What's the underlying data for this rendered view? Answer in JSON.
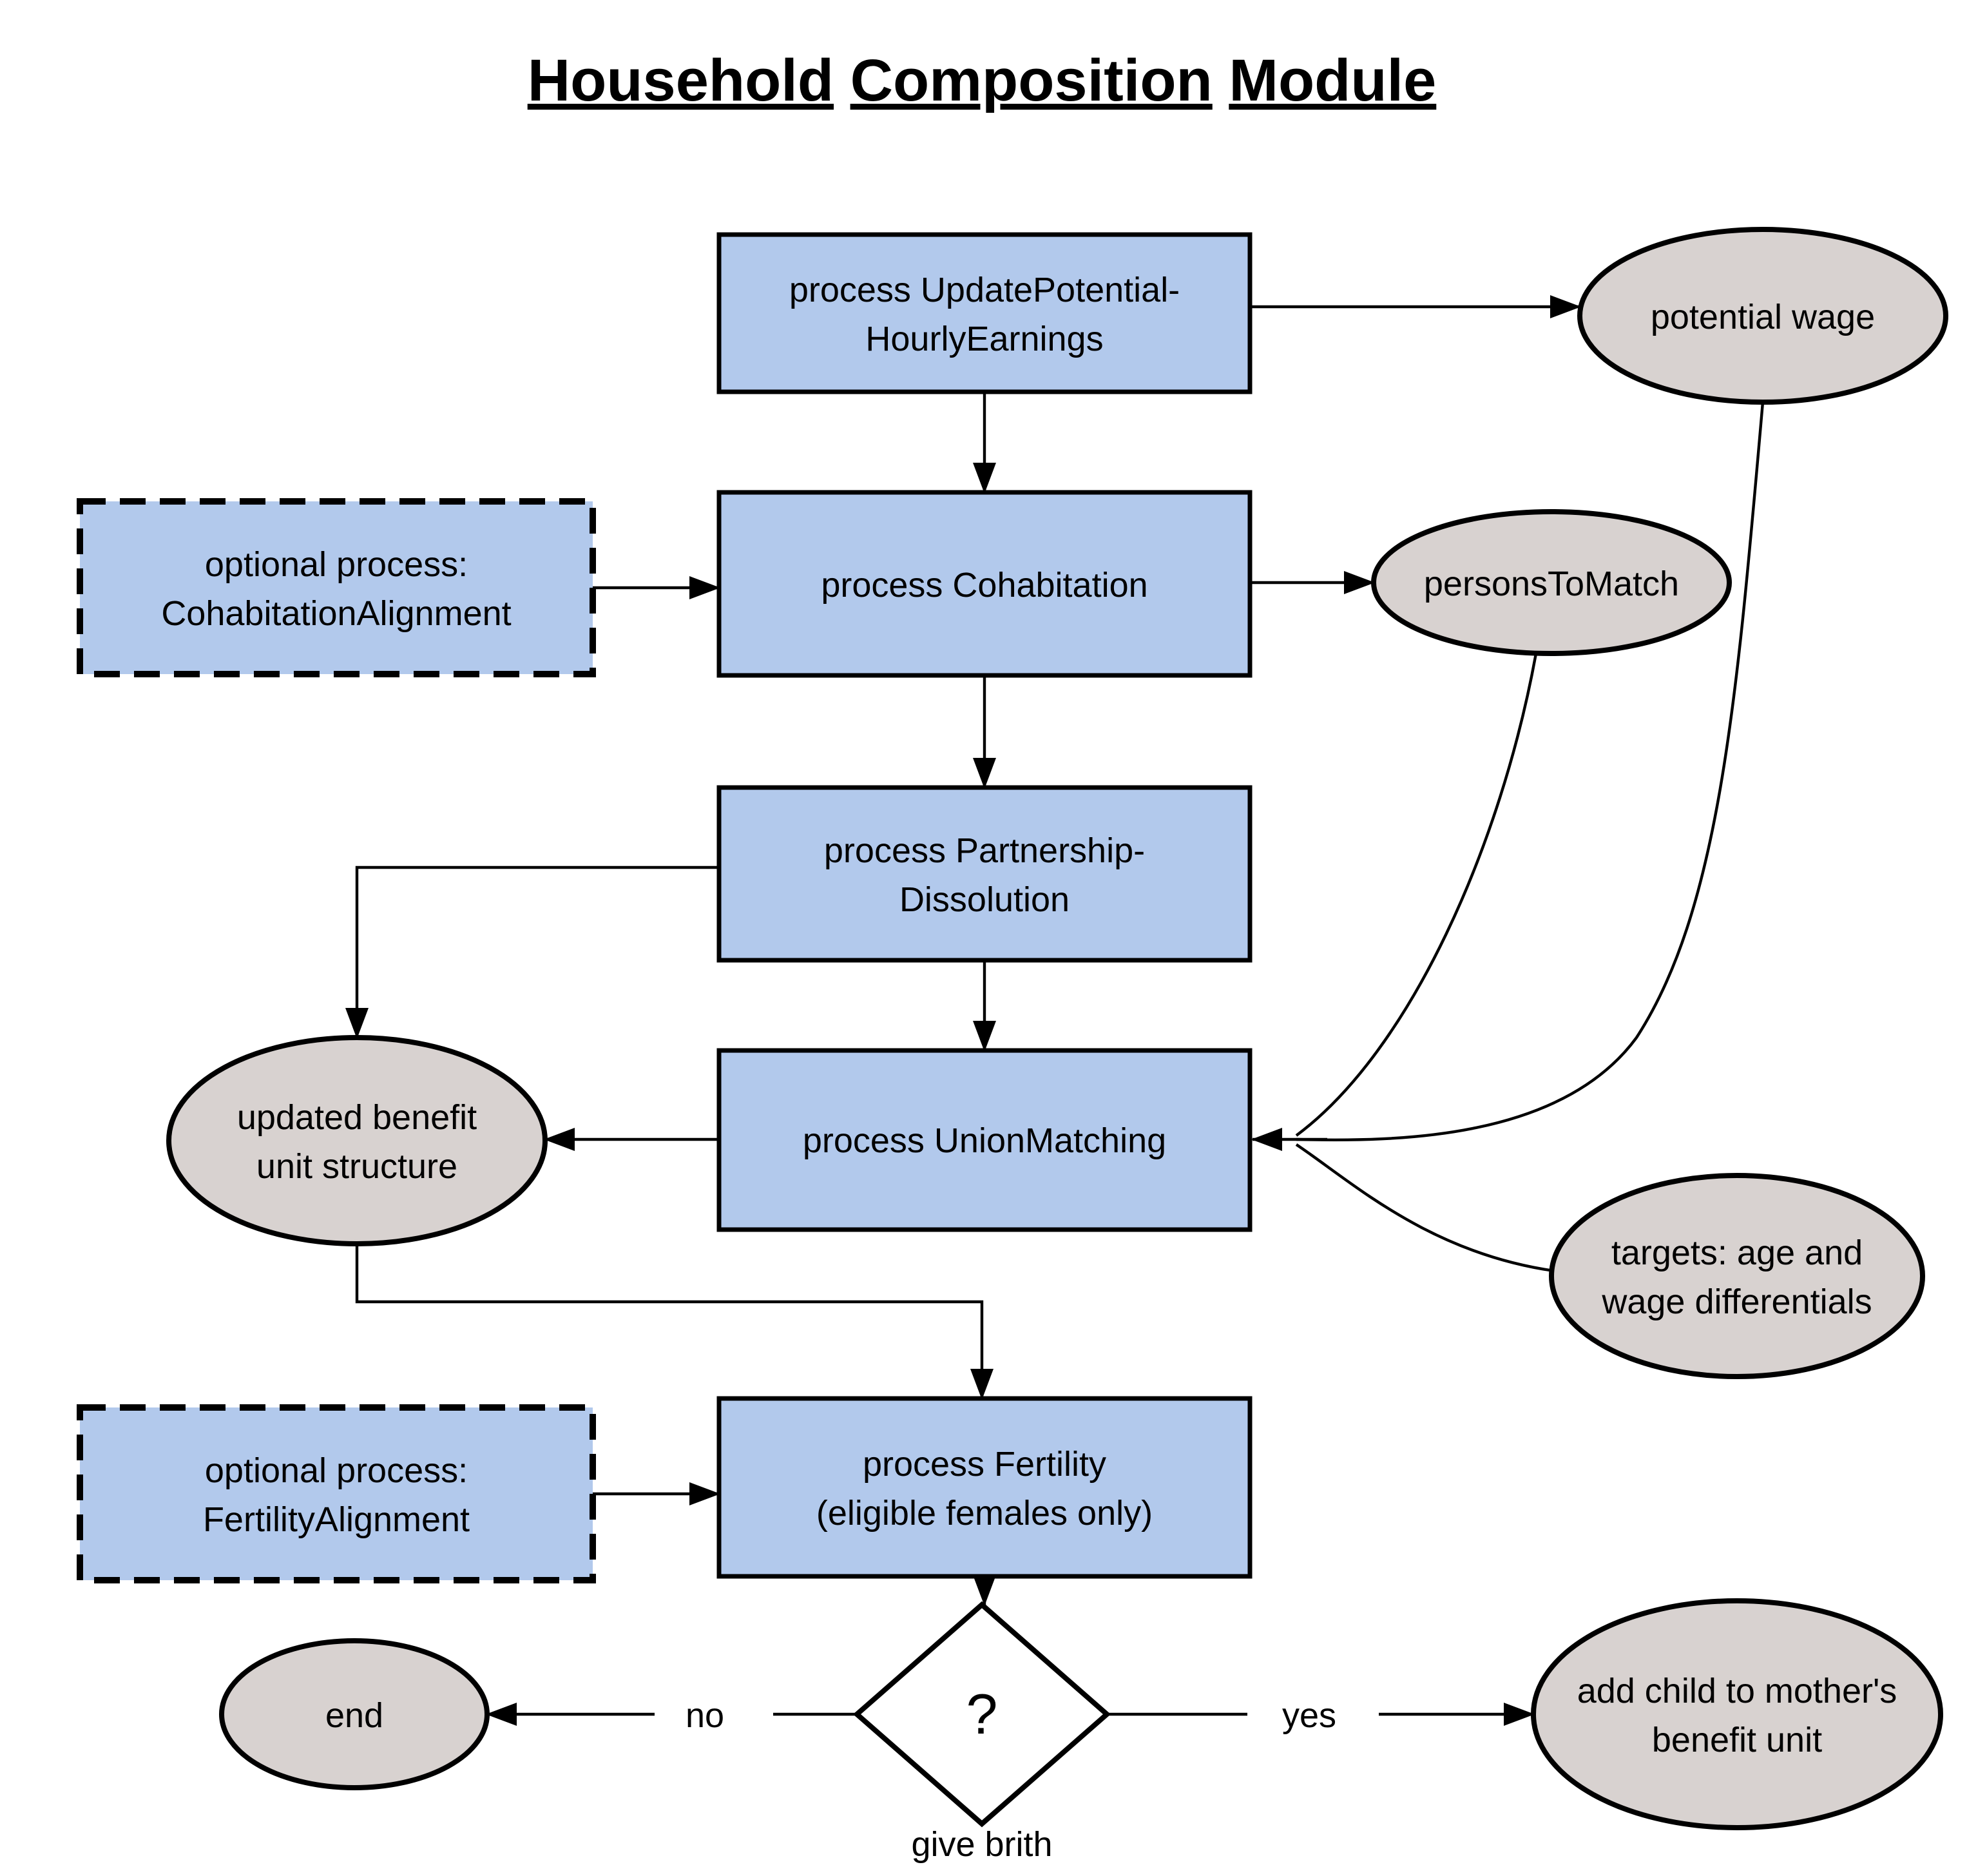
{
  "title": {
    "word1": "Household",
    "word2": "Composition",
    "word3": "Module"
  },
  "nodes": {
    "update_potential": {
      "line1": "process UpdatePotential-",
      "line2": "HourlyEarnings"
    },
    "potential_wage": {
      "label": "potential wage"
    },
    "cohabitation_alignment": {
      "line1": "optional process:",
      "line2": "CohabitationAlignment"
    },
    "cohabitation": {
      "label": "process Cohabitation"
    },
    "persons_to_match": {
      "label": "personsToMatch"
    },
    "partnership_dissolution": {
      "line1": "process Partnership-",
      "line2": "Dissolution"
    },
    "union_matching": {
      "label": "process UnionMatching"
    },
    "updated_benefit_unit": {
      "line1": "updated benefit",
      "line2": "unit structure"
    },
    "targets": {
      "line1": "targets: age and",
      "line2": "wage differentials"
    },
    "fertility_alignment": {
      "line1": "optional process:",
      "line2": "FertilityAlignment"
    },
    "fertility": {
      "line1": "process Fertility",
      "line2": "(eligible females only)"
    },
    "decision": {
      "label": "?",
      "caption": "give brith"
    },
    "end": {
      "label": "end"
    },
    "add_child": {
      "line1": "add child to mother's",
      "line2": "benefit unit"
    }
  },
  "edges": {
    "no_label": "no",
    "yes_label": "yes"
  },
  "colors": {
    "process_fill": "#b2c9ec",
    "data_fill": "#d8d2d0",
    "stroke": "#000000",
    "background": "#ffffff"
  }
}
